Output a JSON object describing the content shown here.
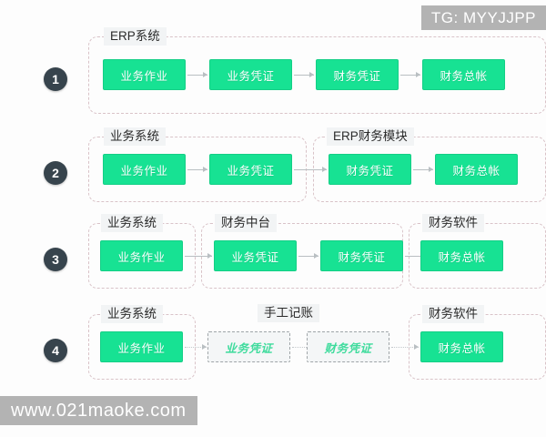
{
  "watermarks": {
    "top_right": "TG: MYYJJPP",
    "bottom_left": "www.021maoke.com"
  },
  "theme": {
    "node_green": "#17e293",
    "badge_dark": "#37444d",
    "dashed_border": "#d9c3c8",
    "ghost_text": "#3ddb9c",
    "watermark_bg": "#b3b3b3",
    "page_bg": "#fdfdfd"
  },
  "nodes": {
    "business_operation": "业务作业",
    "business_voucher": "业务凭证",
    "finance_voucher": "财务凭证",
    "finance_ledger": "财务总帐"
  },
  "groups": {
    "erp_system": "ERP系统",
    "business_system": "业务系统",
    "erp_finance_module": "ERP财务模块",
    "finance_midend": "财务中台",
    "finance_software": "财务软件",
    "manual_bookkeeping": "手工记账"
  },
  "rows": [
    {
      "index": "1",
      "groups": [
        {
          "label": "ERP系统"
        }
      ],
      "nodes": [
        {
          "label": "业务作业",
          "style": "solid"
        },
        {
          "label": "业务凭证",
          "style": "solid"
        },
        {
          "label": "财务凭证",
          "style": "solid"
        },
        {
          "label": "财务总帐",
          "style": "solid"
        }
      ]
    },
    {
      "index": "2",
      "groups": [
        {
          "label": "业务系统"
        },
        {
          "label": "ERP财务模块"
        }
      ],
      "nodes": [
        {
          "label": "业务作业",
          "style": "solid"
        },
        {
          "label": "业务凭证",
          "style": "solid"
        },
        {
          "label": "财务凭证",
          "style": "solid"
        },
        {
          "label": "财务总帐",
          "style": "solid"
        }
      ]
    },
    {
      "index": "3",
      "groups": [
        {
          "label": "业务系统"
        },
        {
          "label": "财务中台"
        },
        {
          "label": "财务软件"
        }
      ],
      "nodes": [
        {
          "label": "业务作业",
          "style": "solid"
        },
        {
          "label": "业务凭证",
          "style": "solid"
        },
        {
          "label": "财务凭证",
          "style": "solid"
        },
        {
          "label": "财务总帐",
          "style": "solid"
        }
      ]
    },
    {
      "index": "4",
      "groups": [
        {
          "label": "业务系统"
        },
        {
          "label": "手工记账"
        },
        {
          "label": "财务软件"
        }
      ],
      "nodes": [
        {
          "label": "业务作业",
          "style": "solid"
        },
        {
          "label": "业务凭证",
          "style": "ghost"
        },
        {
          "label": "财务凭证",
          "style": "ghost"
        },
        {
          "label": "财务总帐",
          "style": "solid"
        }
      ]
    }
  ]
}
